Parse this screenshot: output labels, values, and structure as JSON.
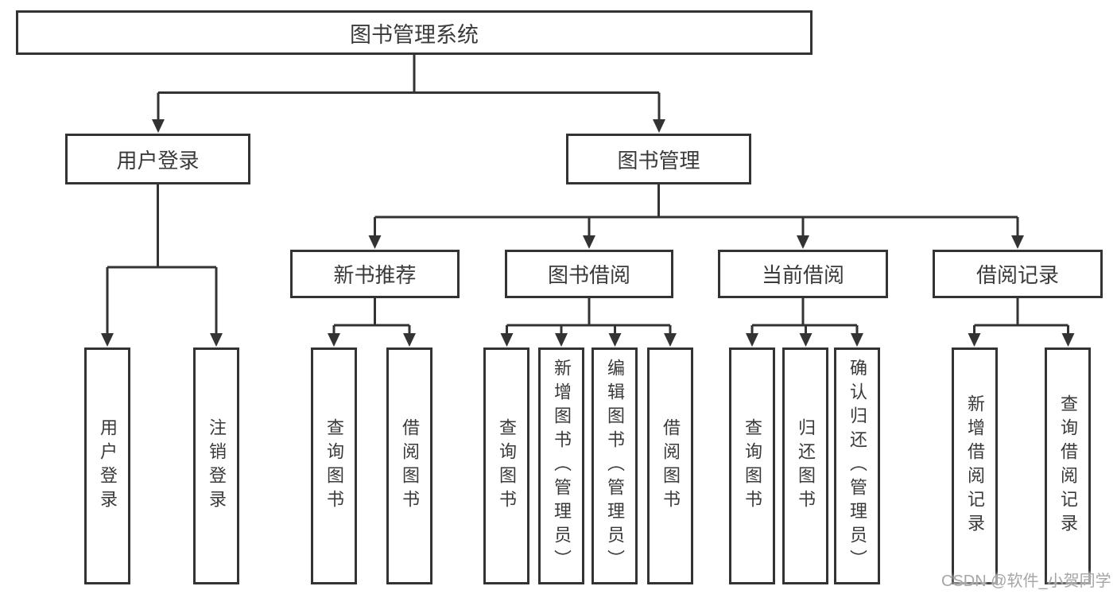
{
  "diagram": {
    "root": {
      "label": "图书管理系统"
    },
    "level2": {
      "user_login": {
        "label": "用户登录"
      },
      "book_mgmt": {
        "label": "图书管理"
      }
    },
    "level3": {
      "new_book_rec": {
        "label": "新书推荐"
      },
      "book_borrow": {
        "label": "图书借阅"
      },
      "current_borrow": {
        "label": "当前借阅"
      },
      "borrow_record": {
        "label": "借阅记录"
      }
    },
    "leaves": {
      "user_login": {
        "label": "用户登录"
      },
      "logout": {
        "label": "注销登录"
      },
      "rec_query_book": {
        "label": "查询图书"
      },
      "rec_borrow_book": {
        "label": "借阅图书"
      },
      "bor_query_book": {
        "label": "查询图书"
      },
      "bor_add_book": {
        "label": "新增图书（管理员）"
      },
      "bor_edit_book": {
        "label": "编辑图书（管理员）"
      },
      "bor_borrow_book": {
        "label": "借阅图书"
      },
      "cur_query_book": {
        "label": "查询图书"
      },
      "cur_return_book": {
        "label": "归还图书"
      },
      "cur_confirm_return": {
        "label": "确认归还（管理员）"
      },
      "brd_add_record": {
        "label": "新增借阅记录"
      },
      "brd_query_record": {
        "label": "查询借阅记录"
      }
    },
    "watermark": "CSDN @软件_小贺同学",
    "colors": {
      "line": "#333333",
      "text": "#3a3a3a",
      "watermark": "#a6a6a6",
      "background": "#ffffff"
    }
  }
}
